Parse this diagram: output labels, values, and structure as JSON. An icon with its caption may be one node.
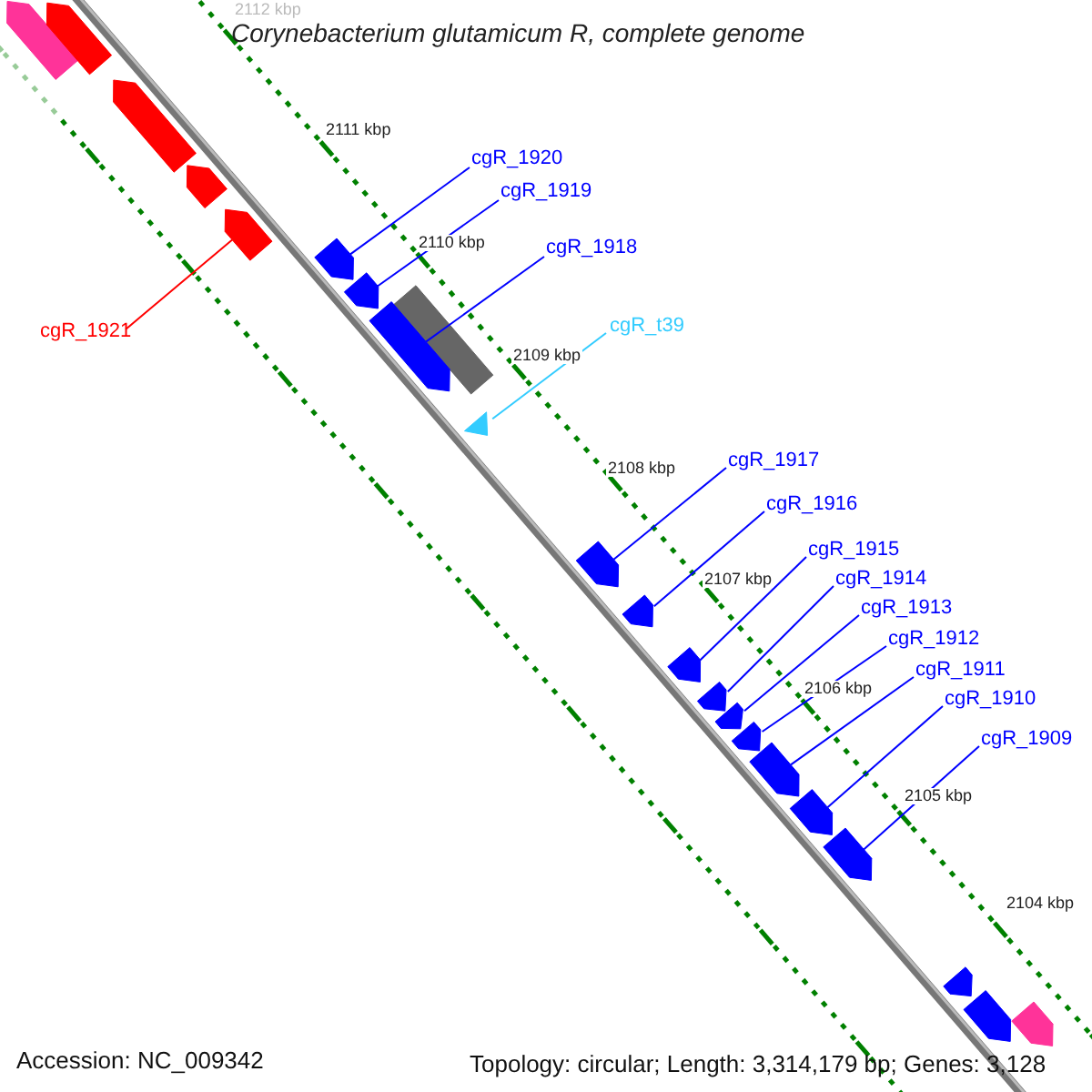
{
  "diagram": {
    "title": "Corynebacterium glutamicum R, complete genome",
    "nodes": [
      {
        "text": [
          "cgR_1921"
        ]
      },
      {
        "text": [
          "cgR_1920"
        ]
      },
      {
        "text": [
          "cgR_1919"
        ]
      },
      {
        "text": [
          "cgR_1918"
        ]
      },
      {
        "text": [
          "cgR_t39"
        ]
      },
      {
        "text": [
          "cgR_1917"
        ]
      },
      {
        "text": [
          "cgR_1916"
        ]
      },
      {
        "text": [
          "cgR_1915"
        ]
      },
      {
        "text": [
          "cgR_1914"
        ]
      },
      {
        "text": [
          "cgR_1913"
        ]
      },
      {
        "text": [
          "cgR_1912"
        ]
      },
      {
        "text": [
          "cgR_1911"
        ]
      },
      {
        "text": [
          "cgR_1910"
        ]
      },
      {
        "text": [
          "cgR_1909"
        ]
      },
      {
        "text": [],
        "shape": "arrow"
      },
      {
        "text": [],
        "shape": "arrow"
      },
      {
        "text": [],
        "shape": "arrow"
      },
      {
        "text": [],
        "shape": "arrow"
      },
      {
        "text": [],
        "shape": "arrow"
      },
      {
        "text": [],
        "shape": "arrow"
      },
      {
        "text": [],
        "shape": "arrow"
      },
      {
        "text": [],
        "shape": "bar"
      },
      {
        "text": [],
        "shape": "arrow"
      },
      {
        "text": [],
        "shape": "triangle"
      },
      {
        "text": [],
        "shape": "arrow"
      },
      {
        "text": [],
        "shape": "arrow"
      },
      {
        "text": [],
        "shape": "arrow"
      },
      {
        "text": [],
        "shape": "arrow"
      },
      {
        "text": [],
        "shape": "arrow"
      },
      {
        "text": [],
        "shape": "arrow"
      },
      {
        "text": [],
        "shape": "arrow"
      },
      {
        "text": [],
        "shape": "arrow"
      },
      {
        "text": [],
        "shape": "arrow"
      },
      {
        "text": [],
        "shape": "arrow"
      },
      {
        "text": [],
        "shape": "arrow"
      },
      {
        "text": [],
        "shape": "arrow"
      }
    ],
    "edges": [
      {
        "from": 0,
        "to": 18,
        "arrow": "none",
        "color": "#ff0000"
      },
      {
        "from": 1,
        "to": 19,
        "arrow": "none"
      },
      {
        "from": 2,
        "to": 20,
        "arrow": "none"
      },
      {
        "from": 3,
        "to": 22,
        "arrow": "none"
      },
      {
        "from": 4,
        "to": 23,
        "arrow": "none",
        "color": "#33ccff"
      },
      {
        "from": 5,
        "to": 24,
        "arrow": "none"
      },
      {
        "from": 6,
        "to": 25,
        "arrow": "none"
      },
      {
        "from": 7,
        "to": 26,
        "arrow": "none"
      },
      {
        "from": 8,
        "to": 27,
        "arrow": "none"
      },
      {
        "from": 9,
        "to": 28,
        "arrow": "none"
      },
      {
        "from": 10,
        "to": 29,
        "arrow": "none"
      },
      {
        "from": 11,
        "to": 30,
        "arrow": "none"
      },
      {
        "from": 12,
        "to": 31,
        "arrow": "none"
      },
      {
        "from": 13,
        "to": 32,
        "arrow": "none"
      }
    ],
    "labels": [
      "2112 kbp",
      "2111 kbp",
      "2110 kbp",
      "2109 kbp",
      "2108 kbp",
      "2107 kbp",
      "2106 kbp",
      "2105 kbp",
      "2104 kbp",
      "Accession: NC_009342",
      "Topology: circular; Length: 3,314,179 bp; Genes: 3,128"
    ]
  }
}
